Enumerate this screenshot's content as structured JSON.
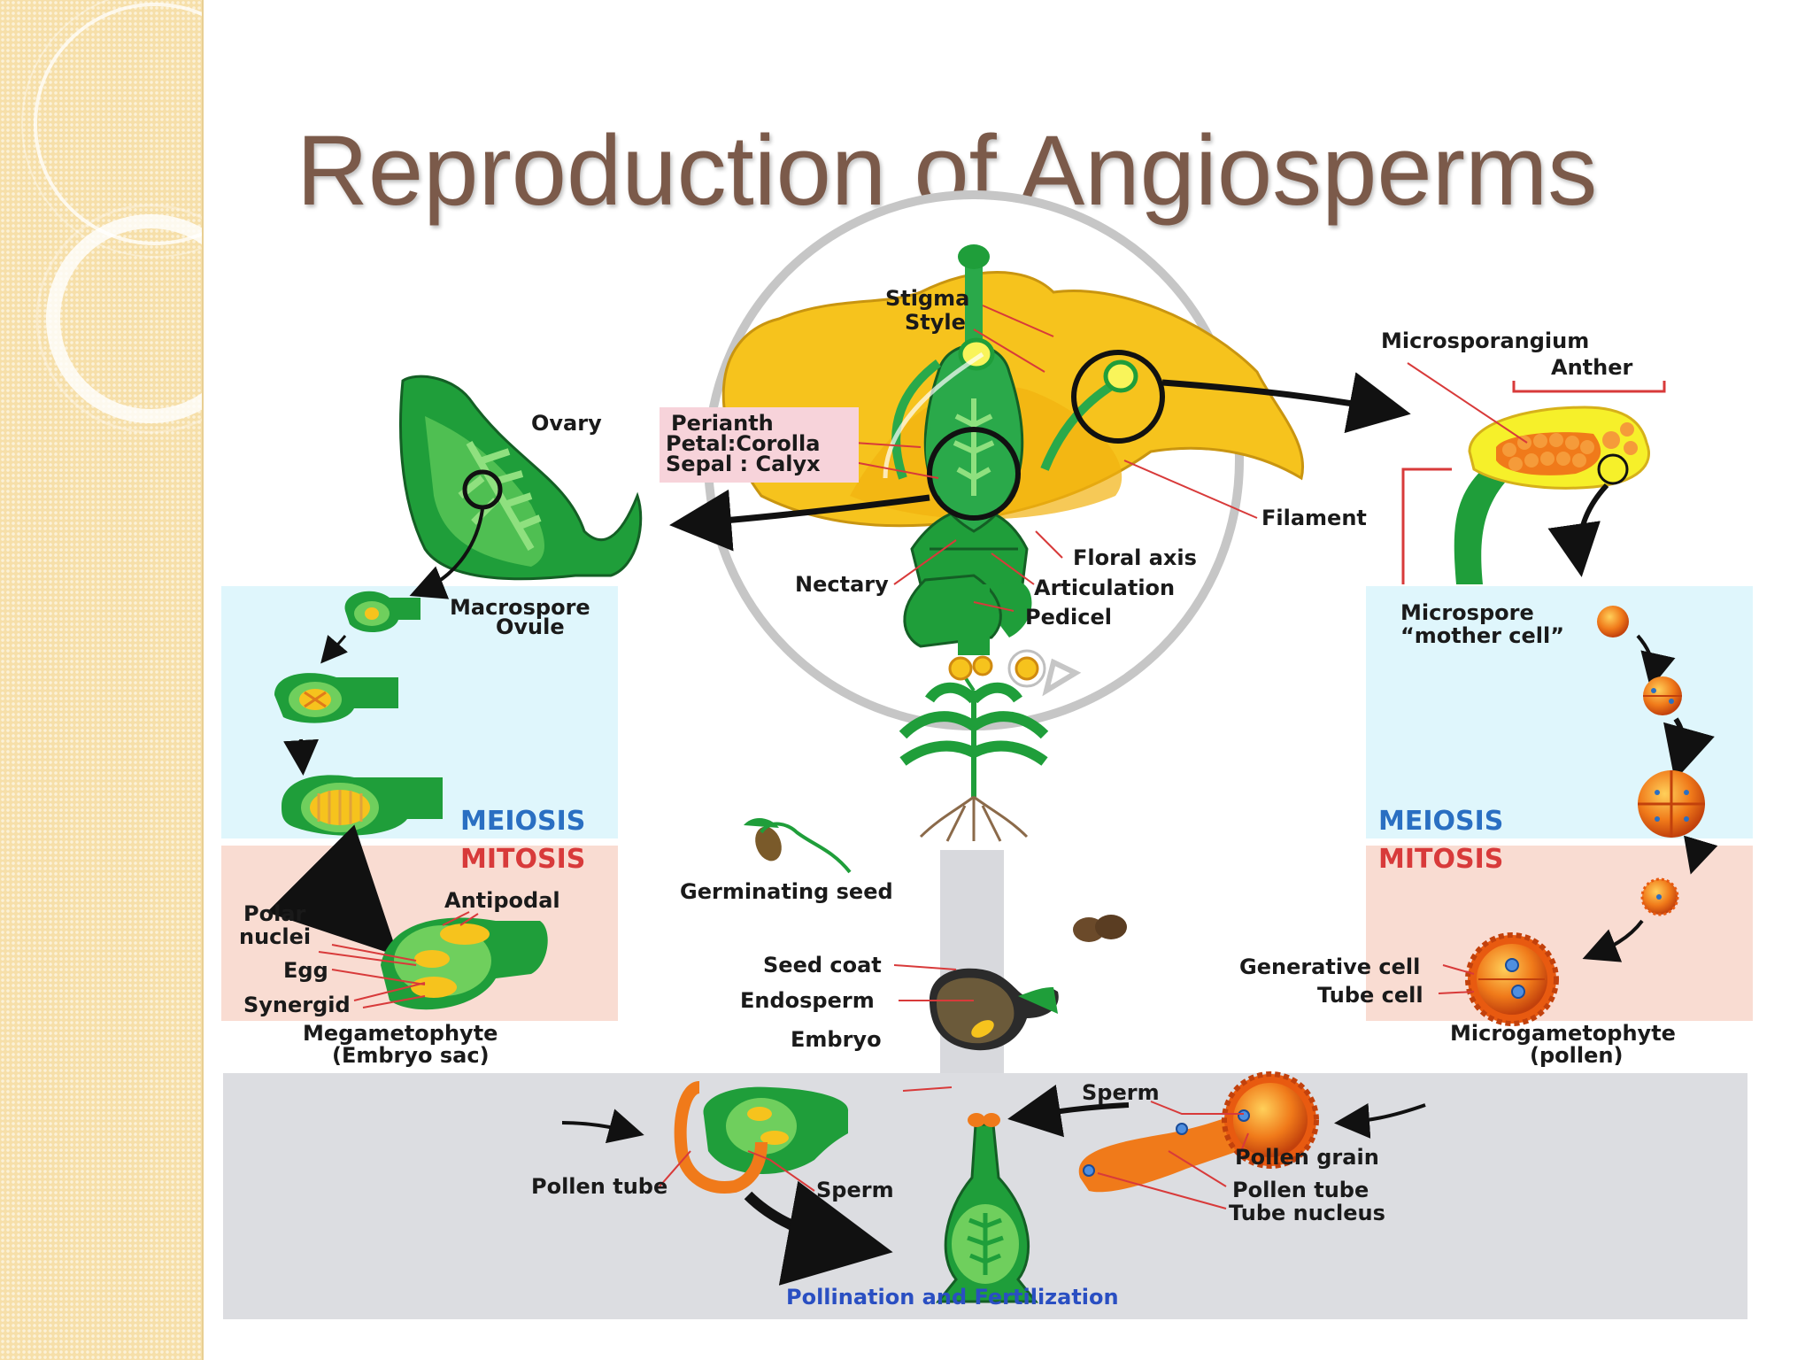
{
  "slide": {
    "title": "Reproduction of Angiosperms"
  },
  "diagram": {
    "flower_labels": {
      "stigma": "Stigma",
      "style": "Style",
      "microsporangium": "Microsporangium",
      "anther": "Anther",
      "ovary": "Ovary",
      "perianth": "Perianth",
      "petal": "Petal:Corolla",
      "sepal": "Sepal : Calyx",
      "filament": "Filament",
      "floral_axis": "Floral axis",
      "nectary": "Nectary",
      "articulation": "Articulation",
      "pedicel": "Pedicel"
    },
    "female": {
      "macrospore": "Macrospore",
      "ovule": "Ovule",
      "meiosis": "MEIOSIS",
      "mitosis": "MITOSIS",
      "polar": "Polar",
      "nuclei": "nuclei",
      "antipodal": "Antipodal",
      "egg": "Egg",
      "synergid": "Synergid",
      "megametophyte": "Megametophyte",
      "embryo_sac": "(Embryo sac)"
    },
    "male": {
      "microspore": "Microspore",
      "mother_cell": "“mother cell”",
      "meiosis": "MEIOSIS",
      "mitosis": "MITOSIS",
      "generative_cell": "Generative cell",
      "tube_cell": "Tube cell",
      "microgametophyte": "Microgametophyte",
      "pollen": "(pollen)"
    },
    "center": {
      "germinating_seed": "Germinating seed",
      "seed_coat": "Seed coat",
      "endosperm": "Endosperm",
      "embryo": "Embryo"
    },
    "fertilization": {
      "sperm_top": "Sperm",
      "pollen_grain": "Pollen grain",
      "pollen_tube_right": "Pollen tube",
      "tube_nucleus": "Tube nucleus",
      "pollen_tube_left": "Pollen tube",
      "sperm_left": "Sperm",
      "caption": "Pollination and Fertilization"
    },
    "colors": {
      "green": "#1f9e3a",
      "light_green": "#6fcf5d",
      "yellow": "#f6c31d",
      "orange": "#f07a1a",
      "meiosis_bg": "#dff6fc",
      "mitosis_bg": "#f9dcd2",
      "fert_bg": "#dcdde1",
      "label_red": "#d83a3a",
      "blue_text": "#2a6fc2"
    }
  }
}
